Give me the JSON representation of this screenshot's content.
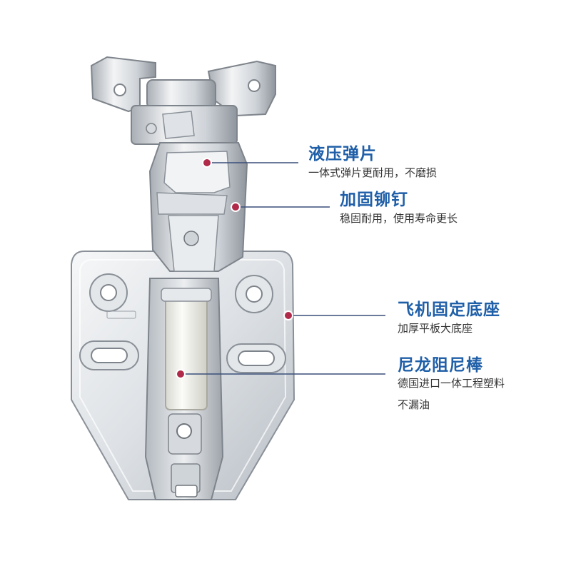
{
  "colors": {
    "title": "#1f5fa8",
    "leader": "#3a4f7a",
    "dot": "#b02a4a",
    "metal_light": "#eef0f2",
    "metal_mid": "#c9ced4",
    "metal_dark": "#8a9098",
    "nylon": "#f2f2ee"
  },
  "callouts": [
    {
      "title": "液压弹片",
      "desc": [
        "一体式弹片更耐用，不磨损"
      ]
    },
    {
      "title": "加固铆钉",
      "desc": [
        "稳固耐用，使用寿命更长"
      ]
    },
    {
      "title": "飞机固定底座",
      "desc": [
        "加厚平板大底座"
      ]
    },
    {
      "title": "尼龙阻尼棒",
      "desc": [
        "德国进口一体工程塑料",
        "不漏油"
      ]
    }
  ]
}
